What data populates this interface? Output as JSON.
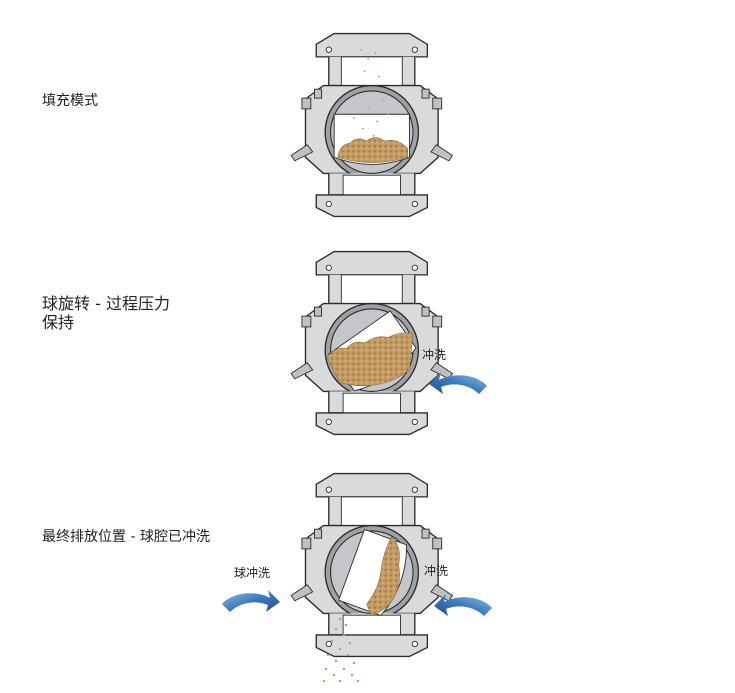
{
  "stages": [
    {
      "label": "填充模式"
    },
    {
      "label_line1": "球旋转 - 过程压力",
      "label_line2": "保持",
      "flush_right": "冲洗"
    },
    {
      "label": "最终排放位置 - 球腔已冲洗",
      "flush_left": "球冲洗",
      "flush_right": "冲洗"
    }
  ],
  "colors": {
    "body_fill": "#d9dadc",
    "outline": "#2b2b2b",
    "powder": "#c49a62",
    "arrow": "#3d7bbf"
  }
}
